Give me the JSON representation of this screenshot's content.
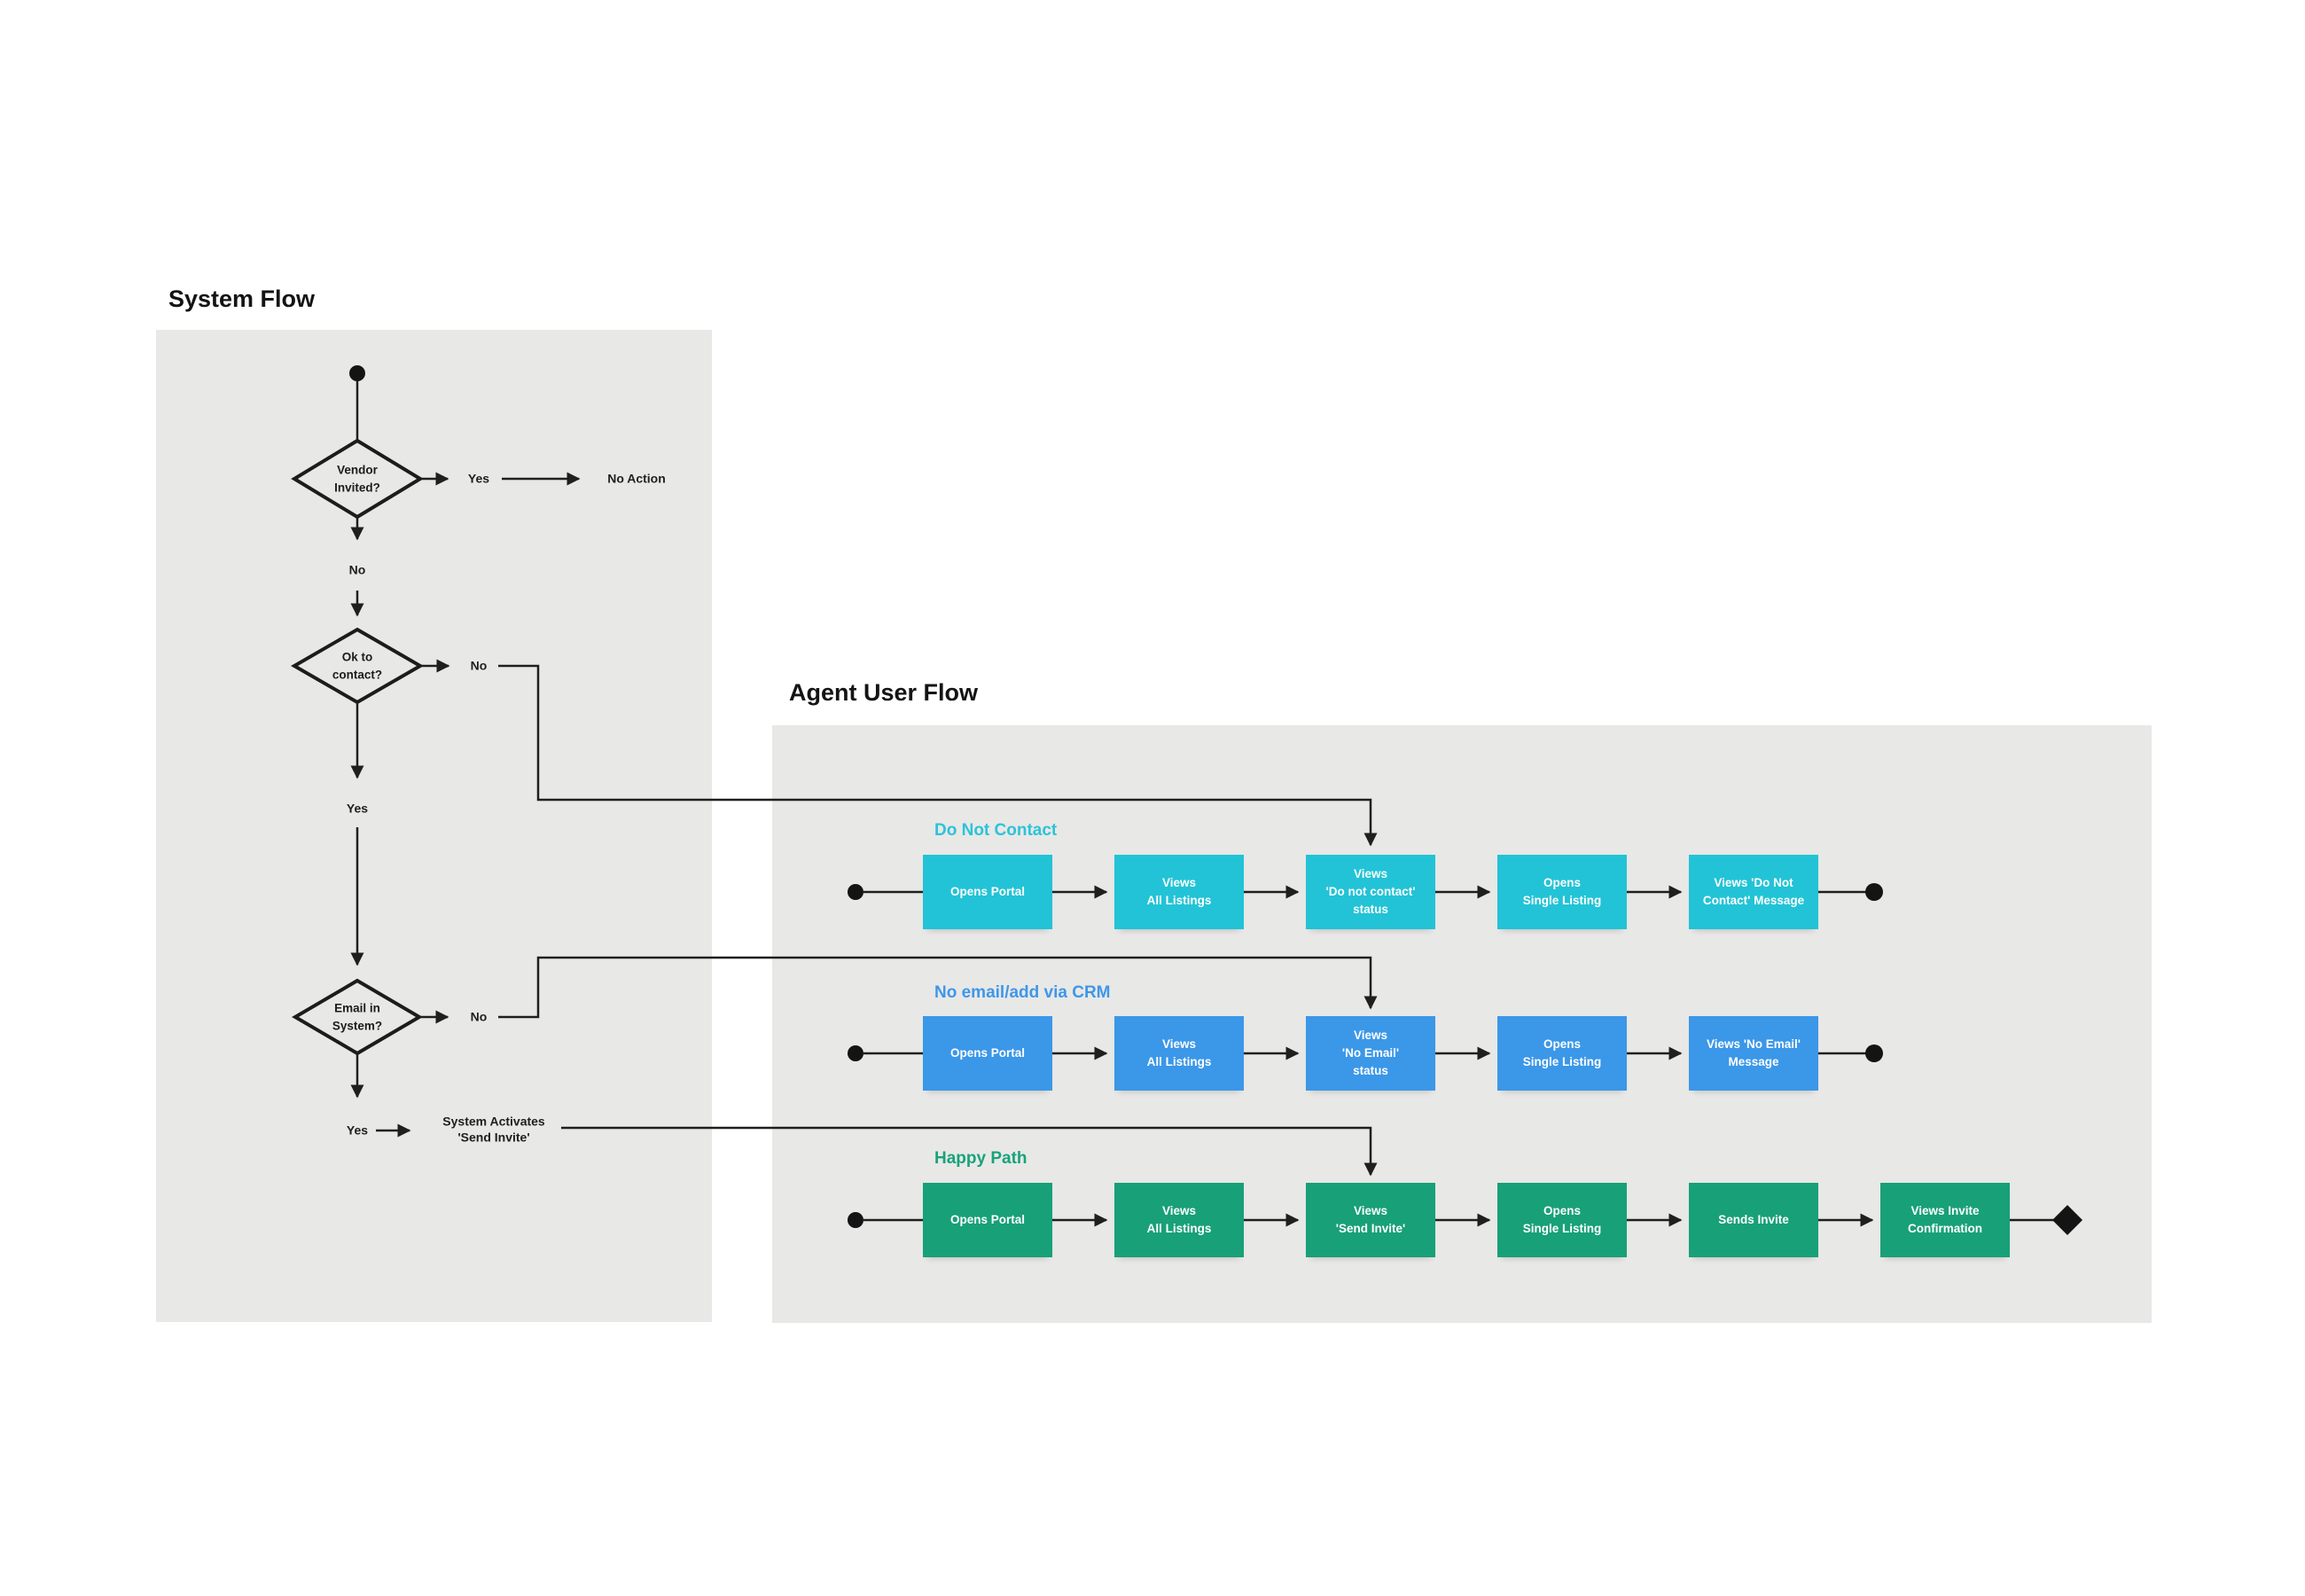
{
  "canvas": {
    "background": "#ffffff",
    "panel_color": "#e8e8e7",
    "line_color": "#1f1f1f",
    "text_color": "#1a1a1a"
  },
  "system_flow": {
    "title": "System Flow",
    "start_marker": "filled-circle",
    "decisions": [
      {
        "label": "Vendor\nInvited?"
      },
      {
        "label": "Ok to\ncontact?"
      },
      {
        "label": "Email in\nSystem?"
      }
    ],
    "labels": {
      "vendor_yes": "Yes",
      "vendor_no_action": "No Action",
      "vendor_no": "No",
      "contact_no": "No",
      "contact_yes": "Yes",
      "email_no": "No",
      "email_yes": "Yes"
    },
    "process": {
      "label": "System Activates\n'Send Invite'"
    }
  },
  "agent_flow": {
    "title": "Agent User Flow",
    "lanes": [
      {
        "name": "Do Not Contact",
        "color": "#22c3d6",
        "label_color": "#2bc4d8",
        "start_marker": "filled-circle",
        "end_marker": "filled-circle",
        "steps": [
          "Opens Portal",
          "Views\nAll Listings",
          "Views\n'Do not contact'\nstatus",
          "Opens\nSingle Listing",
          "Views 'Do Not\nContact' Message"
        ]
      },
      {
        "name": "No email/add via CRM",
        "color": "#3b97e8",
        "label_color": "#3e97e8",
        "start_marker": "filled-circle",
        "end_marker": "filled-circle",
        "steps": [
          "Opens Portal",
          "Views\nAll Listings",
          "Views\n'No Email'\nstatus",
          "Opens\nSingle Listing",
          "Views 'No Email'\nMessage"
        ]
      },
      {
        "name": "Happy Path",
        "color": "#18a078",
        "label_color": "#17a379",
        "start_marker": "filled-circle",
        "end_marker": "filled-diamond",
        "steps": [
          "Opens Portal",
          "Views\nAll Listings",
          "Views\n'Send Invite'",
          "Opens\nSingle Listing",
          "Sends Invite",
          "Views Invite\nConfirmation"
        ]
      }
    ]
  }
}
